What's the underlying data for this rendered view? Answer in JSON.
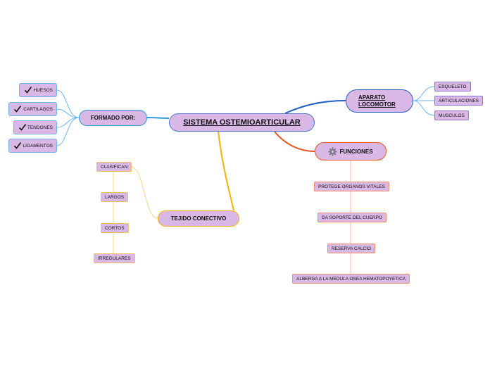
{
  "central": {
    "title": "SISTEMA OSTEMIOARTICULAR"
  },
  "aparato": {
    "line1": "APARATO",
    "line2": "LOCOMOTOR",
    "items": [
      "ESQUELETO",
      "ARTICULACIONES",
      "MUSCULOS"
    ]
  },
  "funciones": {
    "title": "FUNCIONES",
    "items": [
      "PROTEGE ORGANOS VITALES",
      "DA SOPORTE DEL CUERPO",
      "RESERVA CALCIO",
      "ALBERGA A LA MEDULA OSEA HEMATOPOYETICA"
    ]
  },
  "formado": {
    "title": "FORMADO POR:",
    "items": [
      "HUESOS",
      "CARTILAGOS",
      "TENDONES",
      "LIGAMENTOS"
    ]
  },
  "tejido": {
    "title": "TEJIDO CONECTIVO",
    "items": [
      "CLASIFICAN",
      "LARGOS",
      "CORTOS",
      "IRREGULARES"
    ]
  },
  "colors": {
    "node_fill": "#d9b8e6",
    "aparato": "#1f5fc4",
    "funciones": "#e8531c",
    "formado": "#2b9ad8",
    "tejido": "#f0b400"
  },
  "icons": {
    "funciones": "gear-icon",
    "formado_items": "checkmark-icon"
  }
}
